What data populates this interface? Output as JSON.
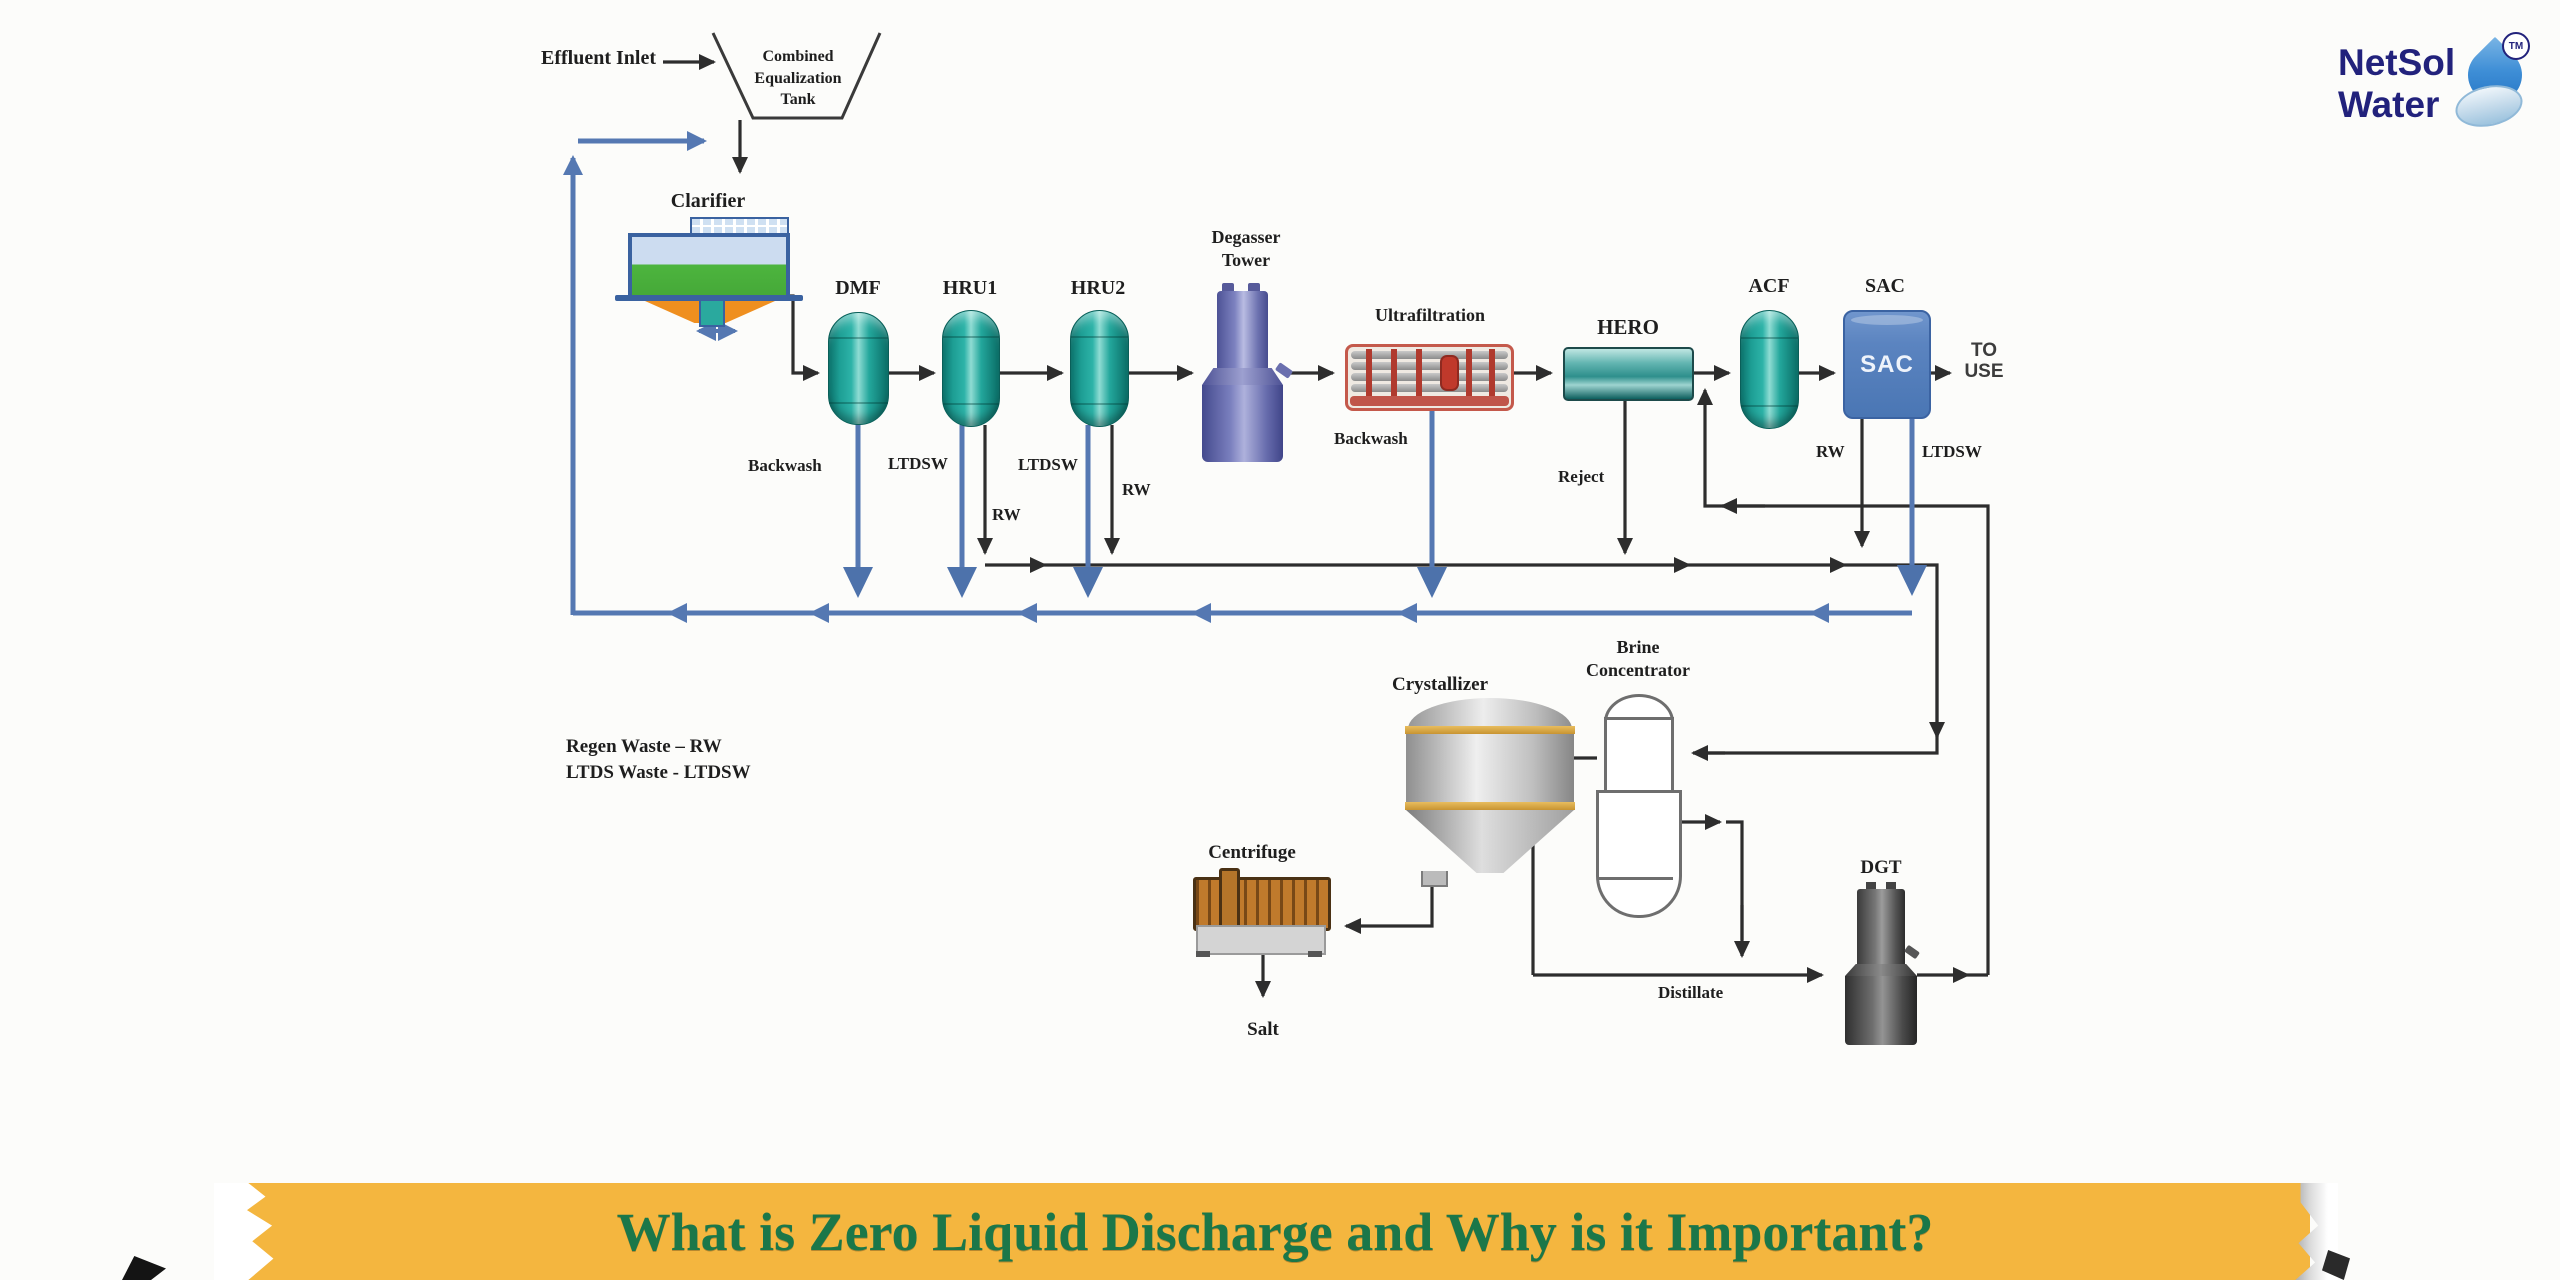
{
  "logo": {
    "name": "NetSol",
    "name2": "Water",
    "tm": "TM"
  },
  "banner": {
    "title": "What is Zero Liquid Discharge and Why is it Important?"
  },
  "colors": {
    "banner_bg": "#F4B63F",
    "banner_text": "#1B7749",
    "line_blue": "#5578B2",
    "line_black": "#2D2D2D",
    "vessel_teal": "#1D9E94",
    "sac_blue": "#4A76B4",
    "crystallizer_gold": "#C89432"
  },
  "legend": {
    "line1": "Regen Waste – RW",
    "line2": "LTDS Waste - LTDSW"
  },
  "nodes": {
    "effluent_inlet": "Effluent Inlet",
    "tank_line1": "Combined",
    "tank_line2": "Equalization",
    "tank_line3": "Tank",
    "clarifier": "Clarifier",
    "dmf": "DMF",
    "hru1": "HRU1",
    "hru2": "HRU2",
    "degasser_line1": "Degasser",
    "degasser_line2": "Tower",
    "ultrafiltration": "Ultrafiltration",
    "hero": "HERO",
    "acf": "ACF",
    "sac_label": "SAC",
    "sac_text": "SAC",
    "to_use_line1": "TO",
    "to_use_line2": "USE",
    "crystallizer": "Crystallizer",
    "brine_line1": "Brine",
    "brine_line2": "Concentrator",
    "centrifuge": "Centrifuge",
    "dgt": "DGT"
  },
  "streams": {
    "backwash_dmf": "Backwash",
    "ltdsw_hru1": "LTDSW",
    "rw_hru1": "RW",
    "ltdsw_hru2": "LTDSW",
    "rw_hru2": "RW",
    "backwash_uf": "Backwash",
    "reject": "Reject",
    "rw_sac": "RW",
    "ltdsw_sac": "LTDSW",
    "distillate": "Distillate",
    "salt": "Salt"
  }
}
